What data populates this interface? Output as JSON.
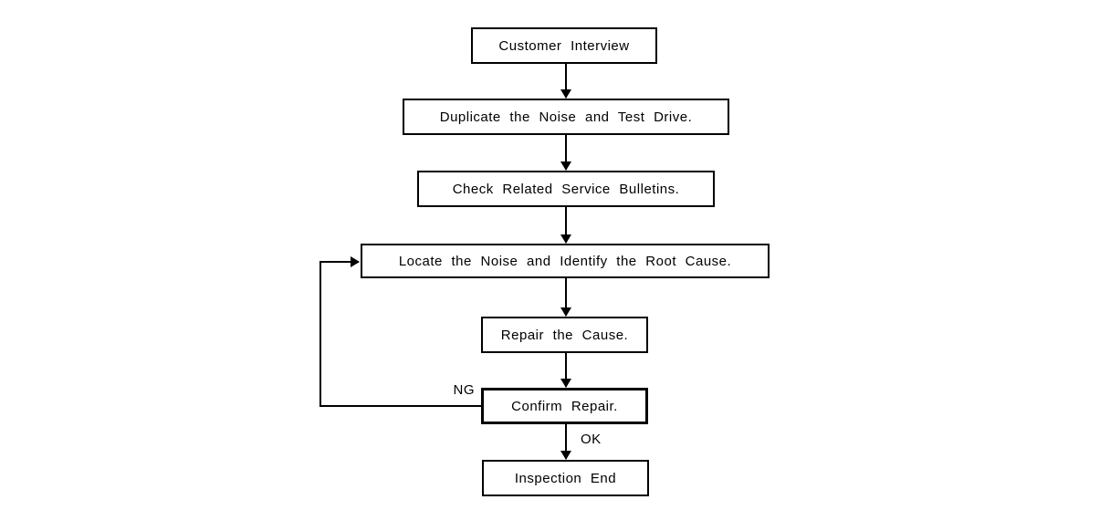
{
  "diagram": {
    "type": "flowchart",
    "background_color": "#ffffff",
    "line_color": "#000000",
    "box_fill": "#ffffff",
    "nodes": [
      {
        "id": "customer-interview",
        "label": "Customer Interview"
      },
      {
        "id": "duplicate-noise-test-drive",
        "label": "Duplicate the Noise and Test Drive."
      },
      {
        "id": "check-service-bulletins",
        "label": "Check Related Service Bulletins."
      },
      {
        "id": "locate-noise-root-cause",
        "label": "Locate the Noise and Identify the Root Cause."
      },
      {
        "id": "repair-cause",
        "label": "Repair the Cause."
      },
      {
        "id": "confirm-repair",
        "label": "Confirm Repair.",
        "emphasized": true
      },
      {
        "id": "inspection-end",
        "label": "Inspection End"
      }
    ],
    "edges": [
      {
        "from": "customer-interview",
        "to": "duplicate-noise-test-drive"
      },
      {
        "from": "duplicate-noise-test-drive",
        "to": "check-service-bulletins"
      },
      {
        "from": "check-service-bulletins",
        "to": "locate-noise-root-cause"
      },
      {
        "from": "locate-noise-root-cause",
        "to": "repair-cause"
      },
      {
        "from": "repair-cause",
        "to": "confirm-repair"
      },
      {
        "from": "confirm-repair",
        "to": "inspection-end",
        "label": "OK"
      },
      {
        "from": "confirm-repair",
        "to": "locate-noise-root-cause",
        "label": "NG",
        "type": "loopback"
      }
    ],
    "edge_labels": {
      "ng": "NG",
      "ok": "OK"
    }
  }
}
